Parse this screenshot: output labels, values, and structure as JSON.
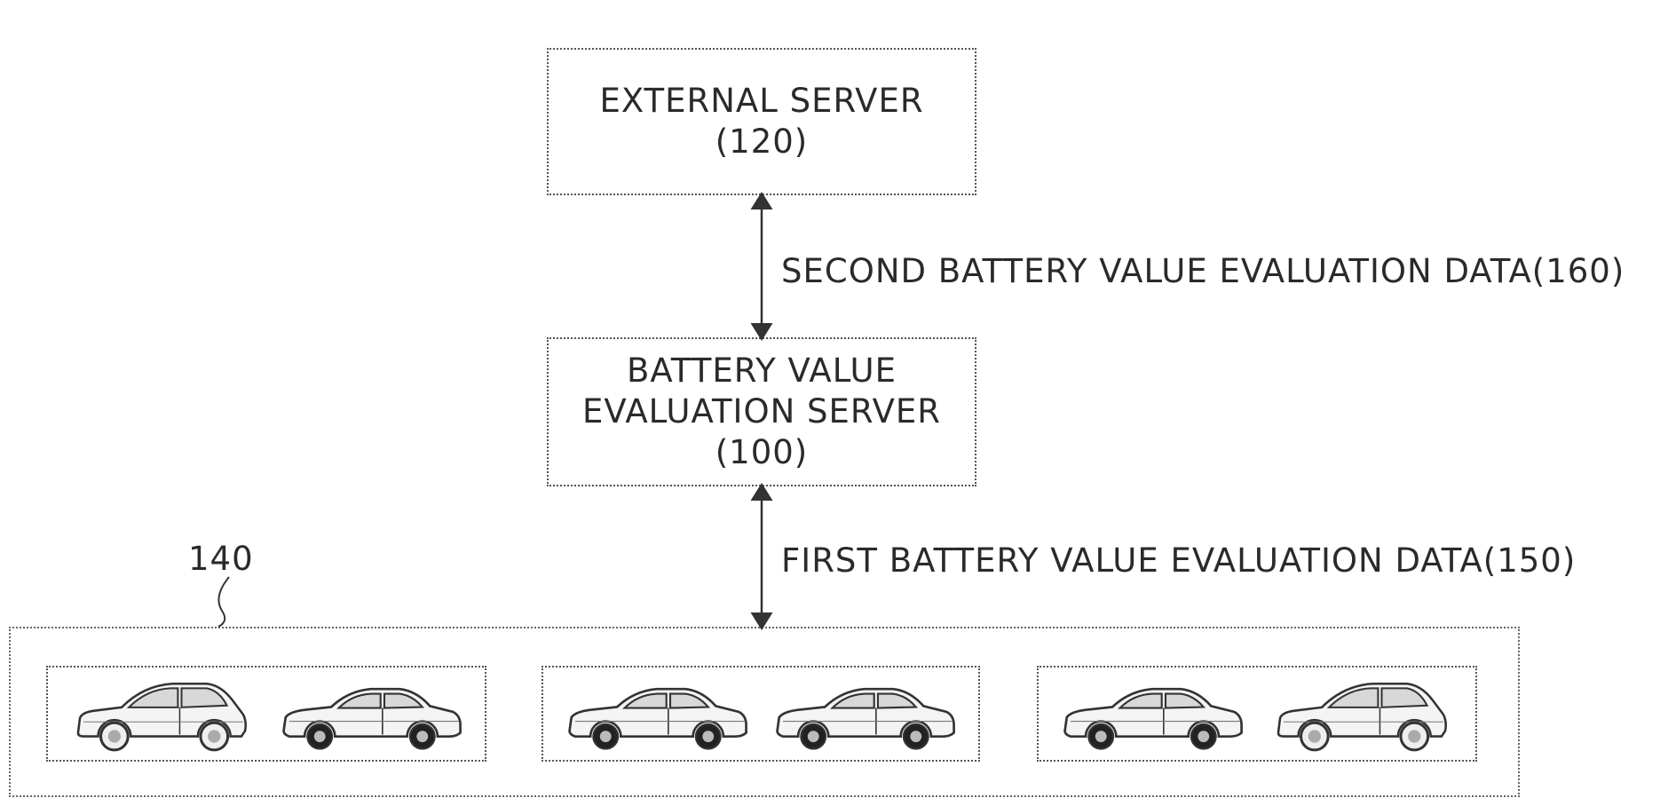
{
  "external_server": {
    "line1": "EXTERNAL SERVER",
    "line2": "(120)"
  },
  "evaluation_server": {
    "line1": "BATTERY VALUE",
    "line2": "EVALUATION SERVER",
    "line3": "(100)"
  },
  "links": {
    "upper_label": "SECOND BATTERY VALUE EVALUATION DATA(160)",
    "lower_label": "FIRST BATTERY VALUE EVALUATION DATA(150)"
  },
  "vehicles": {
    "ref": "140",
    "groups": [
      {
        "cars": [
          "hatchback-car-icon",
          "sedan-car-icon"
        ]
      },
      {
        "cars": [
          "sedan-car-icon",
          "sedan-car-icon"
        ]
      },
      {
        "cars": [
          "sedan-car-icon",
          "hatchback-car-icon"
        ]
      }
    ]
  },
  "colors": {
    "line": "#333333",
    "border": "#555555",
    "text": "#2a2a2a"
  }
}
